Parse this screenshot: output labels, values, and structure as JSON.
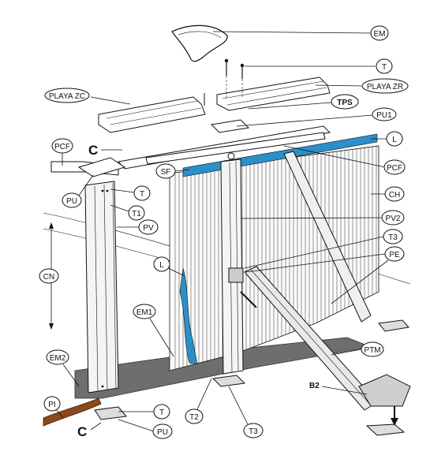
{
  "labels": {
    "em": "EM",
    "t_top": "T",
    "playa_zc": "PLAYA ZC",
    "playa_zr": "PLAYA ZR",
    "tps": "TPS",
    "pu1": "PU1",
    "c_top": "C",
    "pcf_left": "PCF",
    "l_right": "L",
    "sf": "SF",
    "pcf_right": "PCF",
    "pu_left": "PU",
    "t_left": "T",
    "t1": "T1",
    "ch": "CH",
    "pv": "PV",
    "pv2": "PV2",
    "t3_right": "T3",
    "cn": "CN",
    "pe": "PE",
    "l_left": "L",
    "em1": "EM1",
    "ptm": "PTM",
    "em2": "EM2",
    "b2": "B2",
    "pi": "PI",
    "t_bottom": "T",
    "c_bottom": "C",
    "pu_bottom": "PU",
    "t2": "T2",
    "t3_bottom": "T3"
  },
  "colors": {
    "liner_blue": "#2c8fc8",
    "ground_gray": "#6e6e6e",
    "wood_brown": "#8a4a1c",
    "beam_gray": "#e9e9e9"
  }
}
